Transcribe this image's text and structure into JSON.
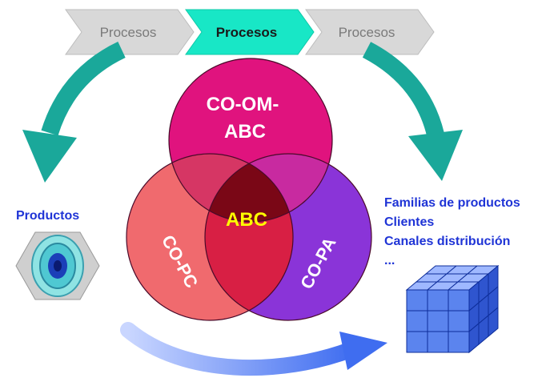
{
  "process_steps": [
    {
      "label": "Procesos",
      "active": false
    },
    {
      "label": "Procesos",
      "active": true
    },
    {
      "label": "Procesos",
      "active": false
    }
  ],
  "venn": {
    "top": "CO-OM-ABC",
    "top_line1": "CO-OM-",
    "top_line2": "ABC",
    "left": "CO-PC",
    "right": "CO-PA",
    "center": "ABC"
  },
  "left_panel": {
    "title": "Productos",
    "icon": "gear-wheel-icon"
  },
  "right_panel": {
    "items": [
      "Familias de productos",
      "Clientes",
      "Canales distribución",
      "..."
    ],
    "icon": "data-cube-icon"
  },
  "colors": {
    "chevron_inactive": "#d4d4d4",
    "chevron_active": "#18e7c6",
    "arrow_teal": "#1aa89a",
    "arrow_blue": "#5a7ff0",
    "circle_top": "#e0137e",
    "circle_left": "#f06a6e",
    "circle_right": "#8a34d8",
    "center": "#7a0716",
    "center_text": "#ffff00",
    "label_blue": "#1f34d6"
  }
}
